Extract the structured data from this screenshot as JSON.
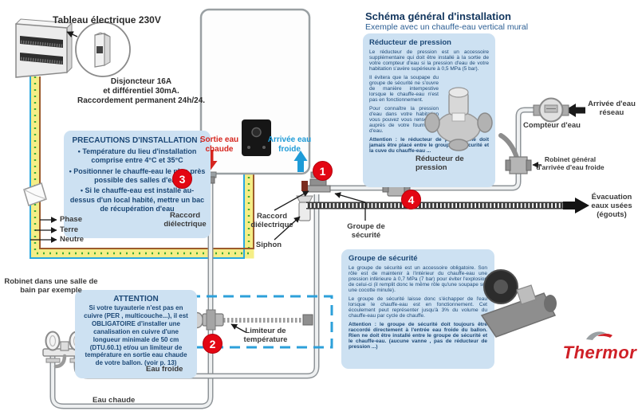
{
  "header": {
    "title": "Schéma général d'installation",
    "subtitle": "Exemple avec un chauffe-eau vertical mural"
  },
  "electrical": {
    "panel_title": "Tableau électrique 230V",
    "note": [
      "Disjoncteur 16A",
      "et différentiel 30mA.",
      "Raccordement permanent 24h/24."
    ],
    "wires": {
      "phase": "Phase",
      "earth": "Terre",
      "neutral": "Neutre"
    }
  },
  "precautions": {
    "title": "PRECAUTIONS D'INSTALLATION :",
    "items": [
      "• Température du lieu d'installation comprise entre 4°C et 35°C",
      "• Positionner le chauffe-eau le plus près possible des salles d'eau",
      "• Si le chauffe-eau est installé au-dessus d'un local habité, mettre un bac de récupération d'eau"
    ]
  },
  "heater": {
    "hot_out": "Sortie eau chaude",
    "cold_in": "Arrivée eau froide"
  },
  "markers": {
    "n1": "1",
    "n2": "2",
    "n3": "3",
    "n4": "4"
  },
  "diagram_labels": {
    "raccord_left": "Raccord diélectrique",
    "raccord_right": "Raccord diélectrique",
    "siphon": "Siphon",
    "groupe_securite": "Groupe de sécurité",
    "reducteur": "Réducteur de pression",
    "limiteur": "Limiteur de température",
    "compteur": "Compteur d'eau",
    "arrivee_reseau": "Arrivée d'eau réseau",
    "robinet_general": "Robinet général d'arrivée d'eau froide",
    "evacuation": "Évacuation eaux usées (égouts)",
    "robinet_sdb": "Robinet dans une salle de bain par exemple",
    "eau_froide": "Eau froide",
    "eau_chaude": "Eau chaude"
  },
  "pressure_reducer_box": {
    "title": "Réducteur de pression",
    "p1": "Le réducteur de pression est un accessoire supplémentaire qui doit être installé à la sortie de votre compteur d'eau si la pression d'eau de votre habitation s'avère supérieure à 0,5 MPa (5 bar).",
    "p2": "Il évitera que la soupape du groupe de sécurité ne s'ouvre de manière intempestive lorsque le chauffe-eau n'est pas en fonctionnement.",
    "p3": "Pour connaître la pression d'eau dans votre habitation vous pouvez vous renseigner auprès de votre fournisseur d'eau.",
    "p4": "Attention : le réducteur de pression ne doit jamais être placé entre le groupe de sécurité et la cuve du chauffe-eau ..."
  },
  "attention_box": {
    "title": "ATTENTION",
    "body": "Si votre tuyauterie n'est pas en cuivre (PER , multicouche...), il est OBLIGATOIRE d'installer une canalisation en cuivre d'une longueur minimale de 50 cm (DTU.60.1) et/ou un limiteur de température en sortie eau chaude de votre ballon. (voir p. 13)"
  },
  "security_group_box": {
    "title": "Groupe de sécurité",
    "p1": "Le groupe de sécurité est un accessoire obligatoire. Son rôle est de maintenir à l'intérieur du chauffe-eau une pression inférieure à 0,7 MPa (7 bar) pour éviter l'explosion de celui-ci (il remplit donc le même rôle qu'une soupape sur une cocotte minute).",
    "p2": "Le groupe de sécurité laisse donc s'échapper de l'eau lorsque le chauffe-eau est en fonctionnement. Cet écoulement peut représenter jusqu'à 3% du volume du chauffe-eau par cycle de chauffe.",
    "p3": "Attention : le groupe de sécurité doit toujours être raccordé directement à l'entrée eau froide du ballon. Rien ne doit être installé entre le groupe de sécurité et le chauffe-eau. (aucune vanne , pas de réducteur de pression ...)"
  },
  "brand": {
    "name": "Thermor"
  },
  "colors": {
    "hot_red": "#d6261f",
    "cold_blue": "#1e9bd7",
    "marker_red": "#e30613",
    "box_blue": "#cde1f2",
    "text_blue": "#1c4876",
    "cable_yellow": "#f5ee86",
    "brand_red": "#cf2027"
  }
}
